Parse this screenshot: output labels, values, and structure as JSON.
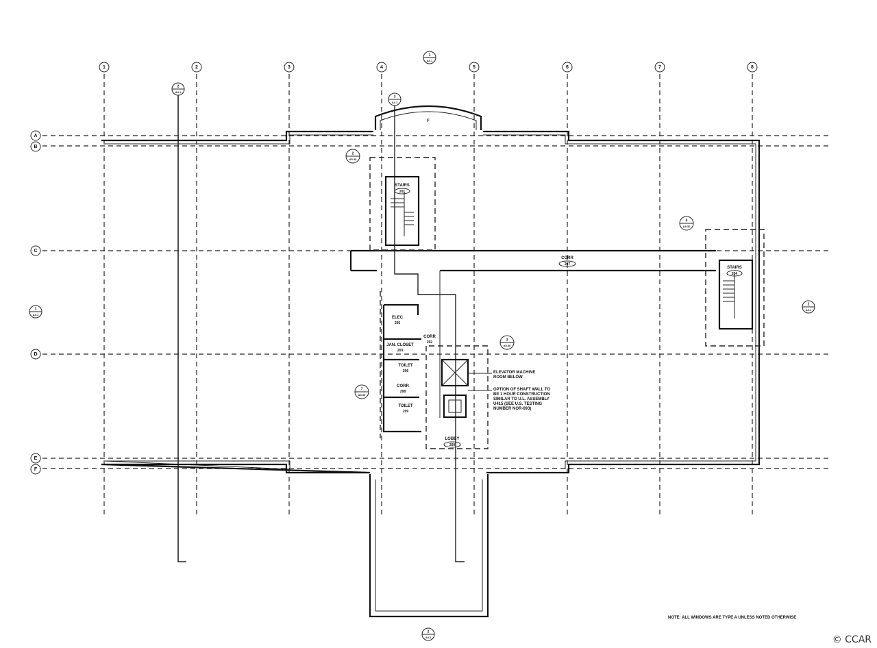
{
  "grid": {
    "columns": [
      "1",
      "2",
      "3",
      "4",
      "5",
      "6",
      "7",
      "8"
    ],
    "rows": [
      "A",
      "B",
      "C",
      "D",
      "E",
      "F"
    ]
  },
  "rooms": {
    "stairs_north": {
      "name": "STAIRS",
      "number": "201"
    },
    "stairs_east": {
      "name": "STAIRS",
      "number": "204"
    },
    "corridor_main": {
      "name": "CORR",
      "number": "207"
    },
    "elec": {
      "name": "ELEC",
      "number": "205"
    },
    "janitor": {
      "name": "JAN. CLOSET",
      "number": "203"
    },
    "corridor_core": {
      "name": "CORR",
      "number": "202"
    },
    "toilet_1": {
      "name": "TOILET",
      "number": "206"
    },
    "corridor_small": {
      "name": "CORR",
      "number": "208"
    },
    "toilet_2": {
      "name": "TOILET",
      "number": "209"
    },
    "lobby": {
      "name": "LOBBY",
      "number": "200"
    }
  },
  "details": {
    "d2": {
      "num": "2",
      "sheet": "A5.30"
    },
    "d3": {
      "num": "3",
      "sheet": "A5.30"
    },
    "d4": {
      "num": "4",
      "sheet": "A5.30"
    },
    "d7": {
      "num": "7",
      "sheet": "A5.30"
    },
    "sec_top": {
      "num": "1",
      "sheet": "A4.1"
    },
    "sec_left": {
      "num": "1",
      "sheet": "A3.1"
    },
    "sec_right": {
      "num": "2",
      "sheet": "A3.1"
    },
    "sec_bottom": {
      "num": "2",
      "sheet": "A4.1"
    },
    "sec_cut1": {
      "num": "2",
      "sheet": "A4.1"
    },
    "sec_cut2": {
      "num": "3",
      "sheet": "A4.1"
    }
  },
  "notes": {
    "elevator_machine": [
      "ELEVATOR MACHINE",
      "ROOM BELOW"
    ],
    "shaft_wall": [
      "OPTION OF SHAFT WALL TO",
      "BE 1 HOUR CONSTRUCTION",
      "SIMILAR TO U.L. ASSEMBLY",
      "U415 (SEE U.S. TESTING",
      "NUMBER NOR-093)"
    ],
    "window_note": "NOTE: ALL WINDOWS ARE TYPE A UNLESS NOTED OTHERWISE"
  },
  "watermark": "© CCAR"
}
